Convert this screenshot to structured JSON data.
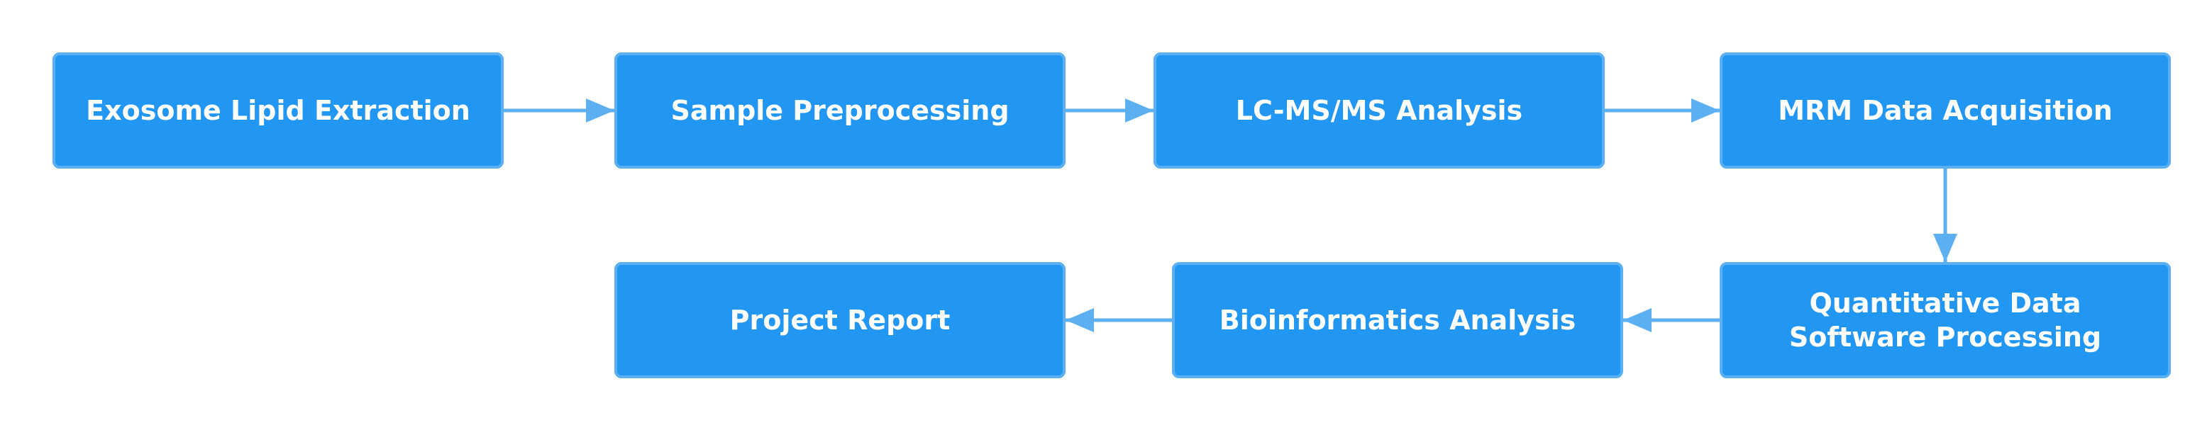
{
  "diagram": {
    "colors": {
      "box_fill": "#2196f3",
      "box_border": "#5cb0f2",
      "box_text": "#ffffff",
      "connector": "#5cb0f2"
    },
    "nodes": [
      {
        "id": "extraction",
        "label": "Exosome Lipid Extraction"
      },
      {
        "id": "preprocessing",
        "label": "Sample Preprocessing"
      },
      {
        "id": "lcms",
        "label": "LC-MS/MS Analysis"
      },
      {
        "id": "mrm",
        "label": "MRM Data Acquisition"
      },
      {
        "id": "quantitative",
        "label": "Quantitative Data Software Processing"
      },
      {
        "id": "bioinformatics",
        "label": "Bioinformatics Analysis"
      },
      {
        "id": "report",
        "label": "Project Report"
      }
    ],
    "edges": [
      {
        "from": "extraction",
        "to": "preprocessing"
      },
      {
        "from": "preprocessing",
        "to": "lcms"
      },
      {
        "from": "lcms",
        "to": "mrm"
      },
      {
        "from": "mrm",
        "to": "quantitative"
      },
      {
        "from": "quantitative",
        "to": "bioinformatics"
      },
      {
        "from": "bioinformatics",
        "to": "report"
      }
    ]
  }
}
